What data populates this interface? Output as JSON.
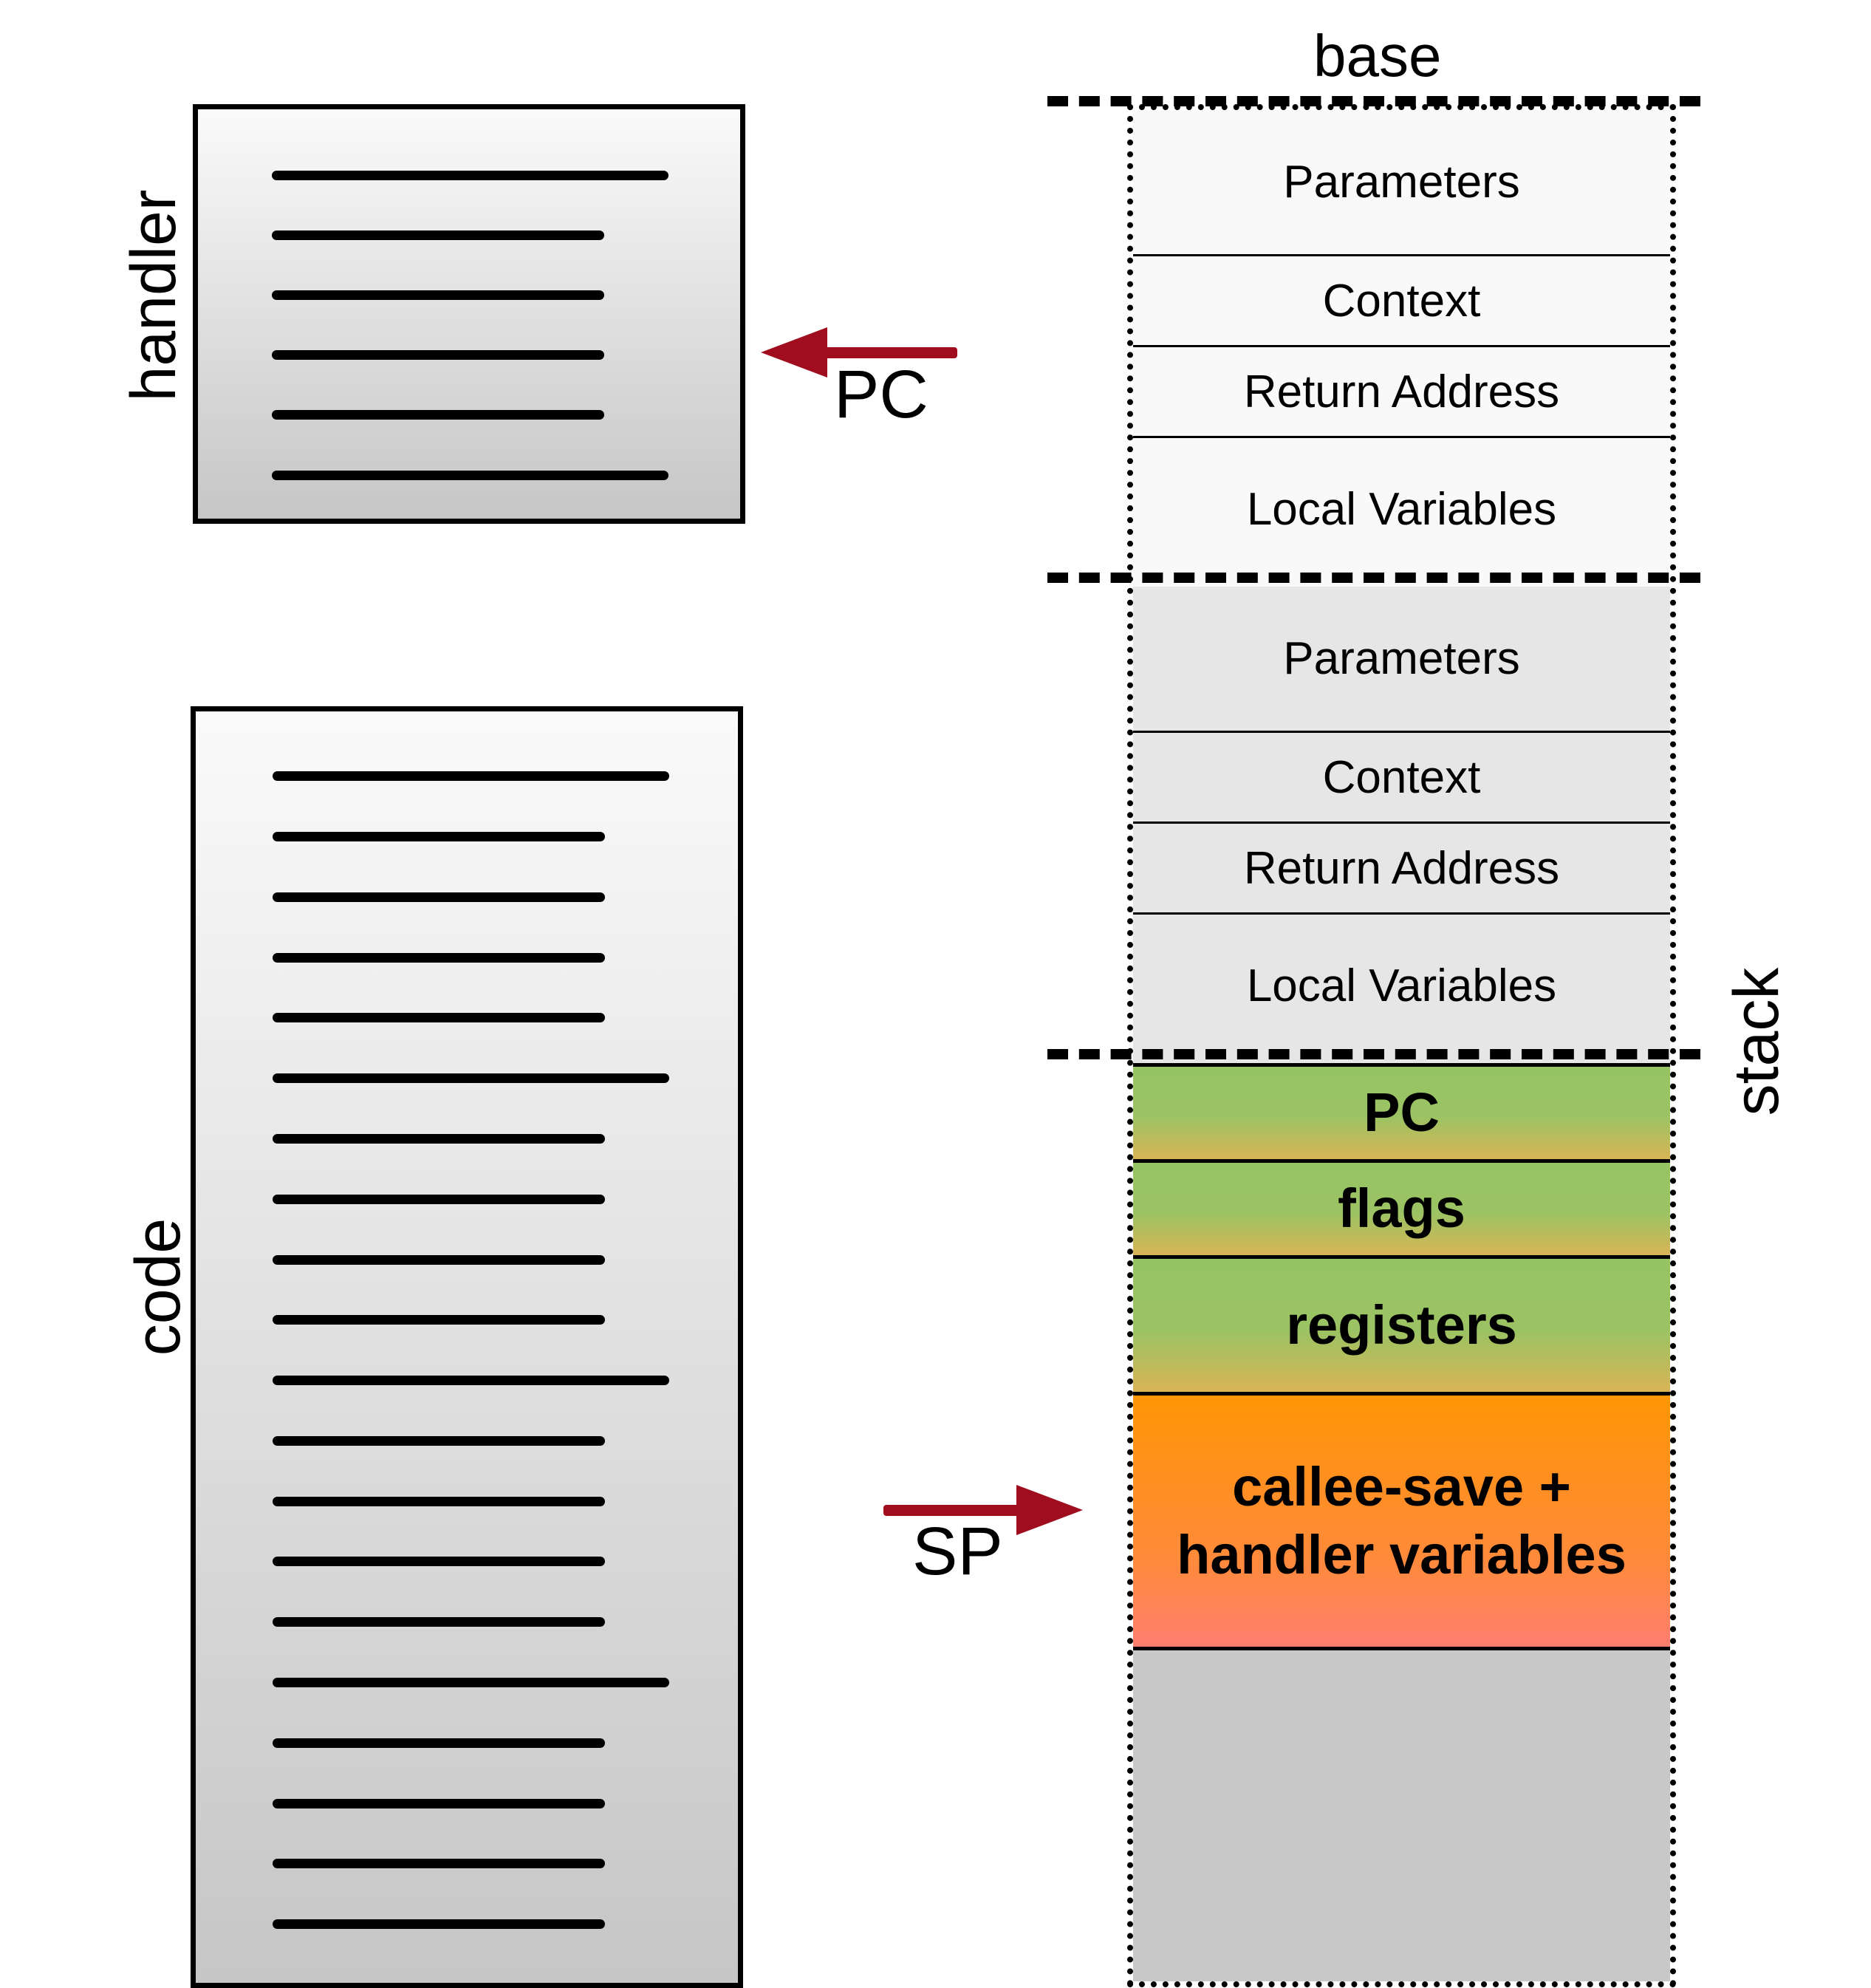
{
  "labels": {
    "base": "base",
    "handler": "handler",
    "code": "code",
    "stack": "stack",
    "pc_pointer": "PC",
    "sp_pointer": "SP"
  },
  "stack_frames": [
    {
      "cells": [
        "Parameters",
        "Context",
        "Return Address",
        "Local Variables"
      ]
    },
    {
      "cells": [
        "Parameters",
        "Context",
        "Return Address",
        "Local Variables"
      ]
    }
  ],
  "saved_state": {
    "pc": "PC",
    "flags": "flags",
    "registers": "registers",
    "callee_save": "callee-save + handler variables"
  },
  "colors": {
    "arrow": "#a00d1f",
    "saved_green": "#9cc363",
    "callee_orange": "#ff8a3a",
    "free_stack": "#c8c8c8"
  }
}
